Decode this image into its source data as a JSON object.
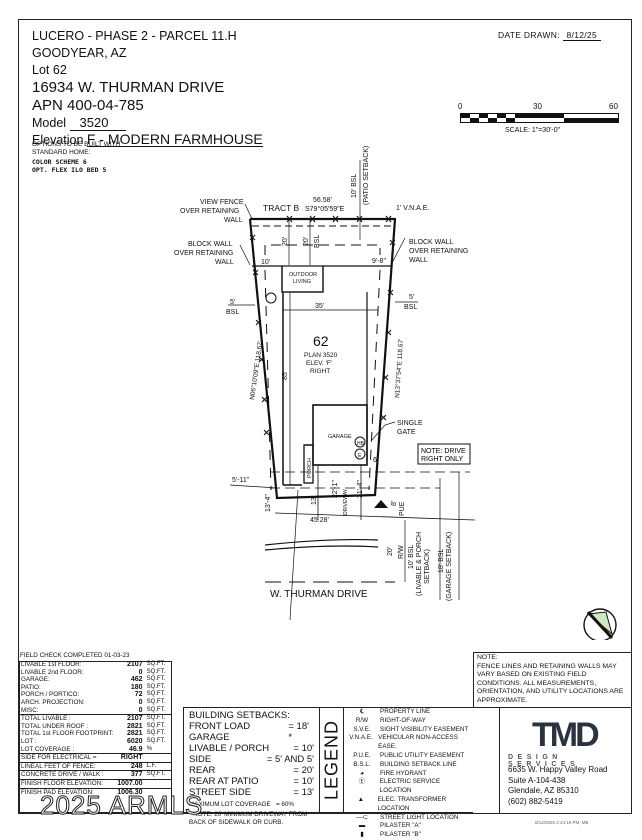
{
  "header": {
    "project": "LUCERO - PHASE 2 - PARCEL 11.H",
    "city": "GOODYEAR, AZ",
    "lot_label": "Lot",
    "lot": "62",
    "address": "16934 W. THURMAN DRIVE",
    "apn_label": "APN",
    "apn": "400-04-785",
    "model_label": "Model",
    "model": "3520",
    "elevation_label": "Elevation",
    "elevation": "F - MODERN FARMHOUSE",
    "options_heading_1": "OPTIONS TO BE BUILT WITH",
    "options_heading_2": "STANDARD HOME:",
    "options": [
      "COLOR SCHEME 6",
      "OPT. FLEX ILO BED 5"
    ],
    "date_label": "DATE DRAWN:",
    "date": "8/12/25"
  },
  "scale": {
    "ticks": [
      "0",
      "30",
      "60"
    ],
    "label": "SCALE: 1\"=30'-0\""
  },
  "plan": {
    "tract": "TRACT B",
    "rear_line_length": "56.58'",
    "rear_bearing": "S79°05'59\"E",
    "patio_bsl": "10' BSL",
    "patio_setback": "(PATIO SETBACK)",
    "vnae": "1' V.N.A.E.",
    "view_fence": [
      "VIEW FENCE",
      "OVER RETAINING",
      "WALL"
    ],
    "block_wall_left": [
      "BLOCK WALL",
      "OVER RETAINING",
      "WALL"
    ],
    "block_wall_right": [
      "BLOCK WALL",
      "OVER RETAINING",
      "WALL"
    ],
    "rear_dim_1": "20'",
    "rear_dim_2": "20'",
    "bsl": "BSL",
    "left_rear_offset": "10'",
    "right_rear_offset": "9'-8\"",
    "outdoor_living": [
      "OUTDOOR",
      "LIVING"
    ],
    "side_bsl_left": [
      "5'",
      "BSL"
    ],
    "side_bsl_right": [
      "5'",
      "BSL"
    ],
    "house_width": "35'",
    "lot_number": "62",
    "plan_label": "PLAN 3520",
    "elev_label": "ELEV. 'F'",
    "hand": "RIGHT",
    "depth": "85'",
    "left_line": "N06°10'09\"E  118.67'",
    "right_line": "N13°37'54\"E  118.67'",
    "garage": "GARAGE",
    "porch": "PORCH",
    "driveway": "DRIVEWAY",
    "single_gate": [
      "SINGLE",
      "GATE"
    ],
    "drive_note": [
      "NOTE: DRIVE",
      "RIGHT ONLY"
    ],
    "hb": "HB",
    "e": "E",
    "gate_offset": "6'",
    "left_side_offset": "5'-11\"",
    "front_left": "13'-4\"",
    "porch_front": "13'",
    "drive_1": "22'-1\"",
    "drive_2": "21'-4\"",
    "frontage": "45.28'",
    "pue_dim": "8'",
    "pue": "PUE",
    "rw_dim": "20'",
    "rw": "R/W",
    "bsl_livable": [
      "10' BSL",
      "(LIVABLE & PORCH",
      "SETBACK)"
    ],
    "bsl_garage": [
      "18' BSL",
      "(GARAGE SETBACK)"
    ],
    "street": "W. THURMAN DRIVE"
  },
  "stats": {
    "field_check": "FIELD CHECK COMPLETED 01-03-23",
    "rows": [
      {
        "label": "LIVABLE 1st FLOOR:",
        "value": "2107",
        "unit": "SQ.FT."
      },
      {
        "label": "LIVABLE 2nd FLOOR:",
        "value": "0",
        "unit": "SQ.FT."
      },
      {
        "label": "GARAGE:",
        "value": "462",
        "unit": "SQ.FT."
      },
      {
        "label": "PATIO:",
        "value": "180",
        "unit": "SQ.FT."
      },
      {
        "label": "PORCH / PORTICO:",
        "value": "72",
        "unit": "SQ.FT."
      },
      {
        "label": "ARCH. PROJECTION:",
        "value": "0",
        "unit": "SQ.FT."
      },
      {
        "label": "MISC:",
        "value": "0",
        "unit": "SQ.FT."
      },
      {
        "label": "TOTAL LIVABLE :",
        "value": "2107",
        "unit": "SQ.FT."
      },
      {
        "label": "TOTAL UNDER ROOF :",
        "value": "2821",
        "unit": "SQ.FT."
      },
      {
        "label": "TOTAL 1st FLOOR FOOTPRINT:",
        "value": "2821",
        "unit": "SQ.FT."
      },
      {
        "label": "LOT :",
        "value": "6020",
        "unit": "SQ.FT."
      },
      {
        "label": "LOT COVERAGE :",
        "value": "46.9",
        "unit": "%"
      },
      {
        "label": "SIDE FOR ELECTRICAL =",
        "value": "RIGHT",
        "unit": ""
      },
      {
        "label": "LINEAL FEET OF FENCE:",
        "value": "248",
        "unit": "L.F."
      },
      {
        "label": "CONCRETE DRIVE / WALK :",
        "value": "377",
        "unit": "SQ.FT."
      },
      {
        "label": "FINISH FLOOR ELEVATION:",
        "value": "1007.00",
        "unit": ""
      },
      {
        "label": "FINISH PAD ELEVATION:",
        "value": "1006.30",
        "unit": ""
      }
    ]
  },
  "setbacks": {
    "title": "BUILDING SETBACKS:",
    "rows": [
      {
        "label": "FRONT LOAD GARAGE",
        "value": "= 18' *"
      },
      {
        "label": "LIVABLE / PORCH",
        "value": "= 10'"
      },
      {
        "label": "SIDE",
        "value": "= 5' AND 5'"
      },
      {
        "label": "REAR",
        "value": "= 20'"
      },
      {
        "label": "REAR AT PATIO",
        "value": "= 10'"
      },
      {
        "label": "STREET SIDE",
        "value": "= 13'"
      }
    ],
    "max_coverage_label": "MAXIMUM LOT COVERAGE",
    "max_coverage": "= 60%",
    "note": "* NOTE: 20' MINIMUM DRIVEWAY FROM BACK OF SIDEWALK OR CURB."
  },
  "legend": {
    "title": "LEGEND",
    "items": [
      {
        "symbol": "PL",
        "label": "PROPERTY LINE"
      },
      {
        "symbol": "R/W",
        "label": "RIGHT-OF-WAY"
      },
      {
        "symbol": "S.V.E.",
        "label": "SIGHT VISIBILITY EASEMENT"
      },
      {
        "symbol": "V.N.A.E.",
        "label": "VEHICULAR NON-ACCESS EASE."
      },
      {
        "symbol": "P.U.E.",
        "label": "PUBLIC UTILITY EASEMENT"
      },
      {
        "symbol": "B.S.L.",
        "label": "BUILDING SETBACK LINE"
      },
      {
        "symbol": "fire-hydrant",
        "label": "FIRE HYDRANT"
      },
      {
        "symbol": "electric",
        "label": "ELECTRIC SERVICE LOCATION"
      },
      {
        "symbol": "transformer",
        "label": "ELEC. TRANSFORMER LOCATION"
      },
      {
        "symbol": "street-light",
        "label": "STREET LIGHT LOCATION"
      },
      {
        "symbol": "pilaster-a",
        "label": "PILASTER \"A\""
      },
      {
        "symbol": "pilaster-b",
        "label": "PILASTER \"B\""
      }
    ]
  },
  "note": {
    "title": "NOTE:",
    "text": "FENCE LINES AND RETAINING WALLS MAY VARY BASED ON EXISTING FIELD CONDITIONS. ALL MEASUREMENTS, ORIENTATION, AND UTILITY LOCATIONS ARE APPROXIMATE."
  },
  "company": {
    "logo": "TMD",
    "tagline": "DESIGN SERVICES",
    "address1": "6635 W. Happy Valley Road",
    "address2": "Suite A-104-438",
    "address3": "Glendale, AZ 85310",
    "phone": "(602) 882-5419"
  },
  "footer": {
    "timestamp": "8/12/2025 2:44:19 PM, MB",
    "watermark": "2025 ARMLS"
  }
}
